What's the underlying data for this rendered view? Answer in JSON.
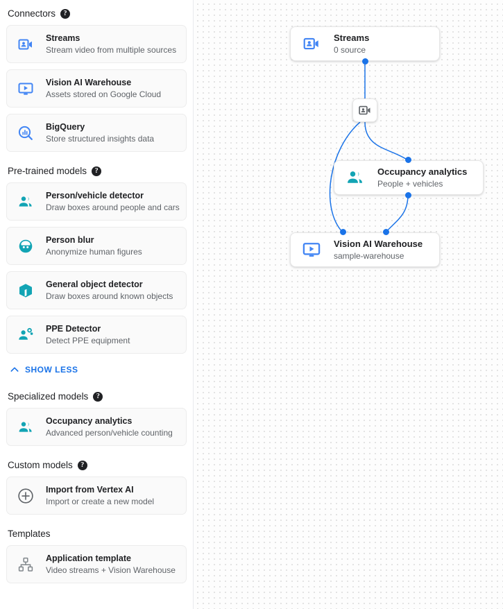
{
  "sidebar": {
    "sections": [
      {
        "title": "Connectors",
        "has_help": true,
        "help_glyph": "?",
        "items": [
          {
            "icon": "video-camera-icon",
            "icon_color": "#4285f4",
            "title": "Streams",
            "subtitle": "Stream video from multiple sources"
          },
          {
            "icon": "monitor-play-icon",
            "icon_color": "#4285f4",
            "title": "Vision AI Warehouse",
            "subtitle": "Assets stored on Google Cloud"
          },
          {
            "icon": "bigquery-search-icon",
            "icon_color": "#4285f4",
            "title": "BigQuery",
            "subtitle": "Store structured insights data"
          }
        ]
      },
      {
        "title": "Pre-trained models",
        "has_help": true,
        "help_glyph": "?",
        "items": [
          {
            "icon": "people-group-icon",
            "icon_color": "#12a4b4",
            "title": "Person/vehicle detector",
            "subtitle": "Draw boxes around people and cars"
          },
          {
            "icon": "face-circle-icon",
            "icon_color": "#12a4b4",
            "title": "Person blur",
            "subtitle": "Anonymize human figures"
          },
          {
            "icon": "cube-box-icon",
            "icon_color": "#12a4b4",
            "title": "General object detector",
            "subtitle": "Draw boxes around known objects"
          },
          {
            "icon": "person-gear-icon",
            "icon_color": "#12a4b4",
            "title": "PPE Detector",
            "subtitle": "Detect PPE equipment"
          }
        ],
        "footer_link": {
          "label": "SHOW LESS",
          "icon": "chevron-up-icon",
          "color": "#1a73e8"
        }
      },
      {
        "title": "Specialized models",
        "has_help": true,
        "help_glyph": "?",
        "items": [
          {
            "icon": "people-group-icon",
            "icon_color": "#12a4b4",
            "title": "Occupancy analytics",
            "subtitle": "Advanced person/vehicle counting"
          }
        ]
      },
      {
        "title": "Custom models",
        "has_help": true,
        "help_glyph": "?",
        "items": [
          {
            "icon": "plus-circle-icon",
            "icon_color": "#5f6368",
            "title": "Import from Vertex AI",
            "subtitle": "Import or create a new model"
          }
        ]
      },
      {
        "title": "Templates",
        "has_help": false,
        "help_glyph": "",
        "items": [
          {
            "icon": "hierarchy-icon",
            "icon_color": "#80868b",
            "title": "Application template",
            "subtitle": "Video streams + Vision Warehouse"
          }
        ]
      }
    ]
  },
  "canvas": {
    "accent_color": "#1a73e8",
    "nodes": [
      {
        "id": "streams",
        "icon": "video-camera-icon",
        "icon_color": "#4285f4",
        "title": "Streams",
        "subtitle": "0 source"
      },
      {
        "id": "occupancy",
        "icon": "people-group-icon",
        "icon_color": "#12a4b4",
        "title": "Occupancy analytics",
        "subtitle": "People + vehicles"
      },
      {
        "id": "warehouse",
        "icon": "monitor-play-icon",
        "icon_color": "#4285f4",
        "title": "Vision AI Warehouse",
        "subtitle": "sample-warehouse"
      }
    ],
    "mini_node": {
      "id": "stream-relay",
      "icon": "video-camera-icon",
      "icon_color": "#5f6368"
    }
  }
}
